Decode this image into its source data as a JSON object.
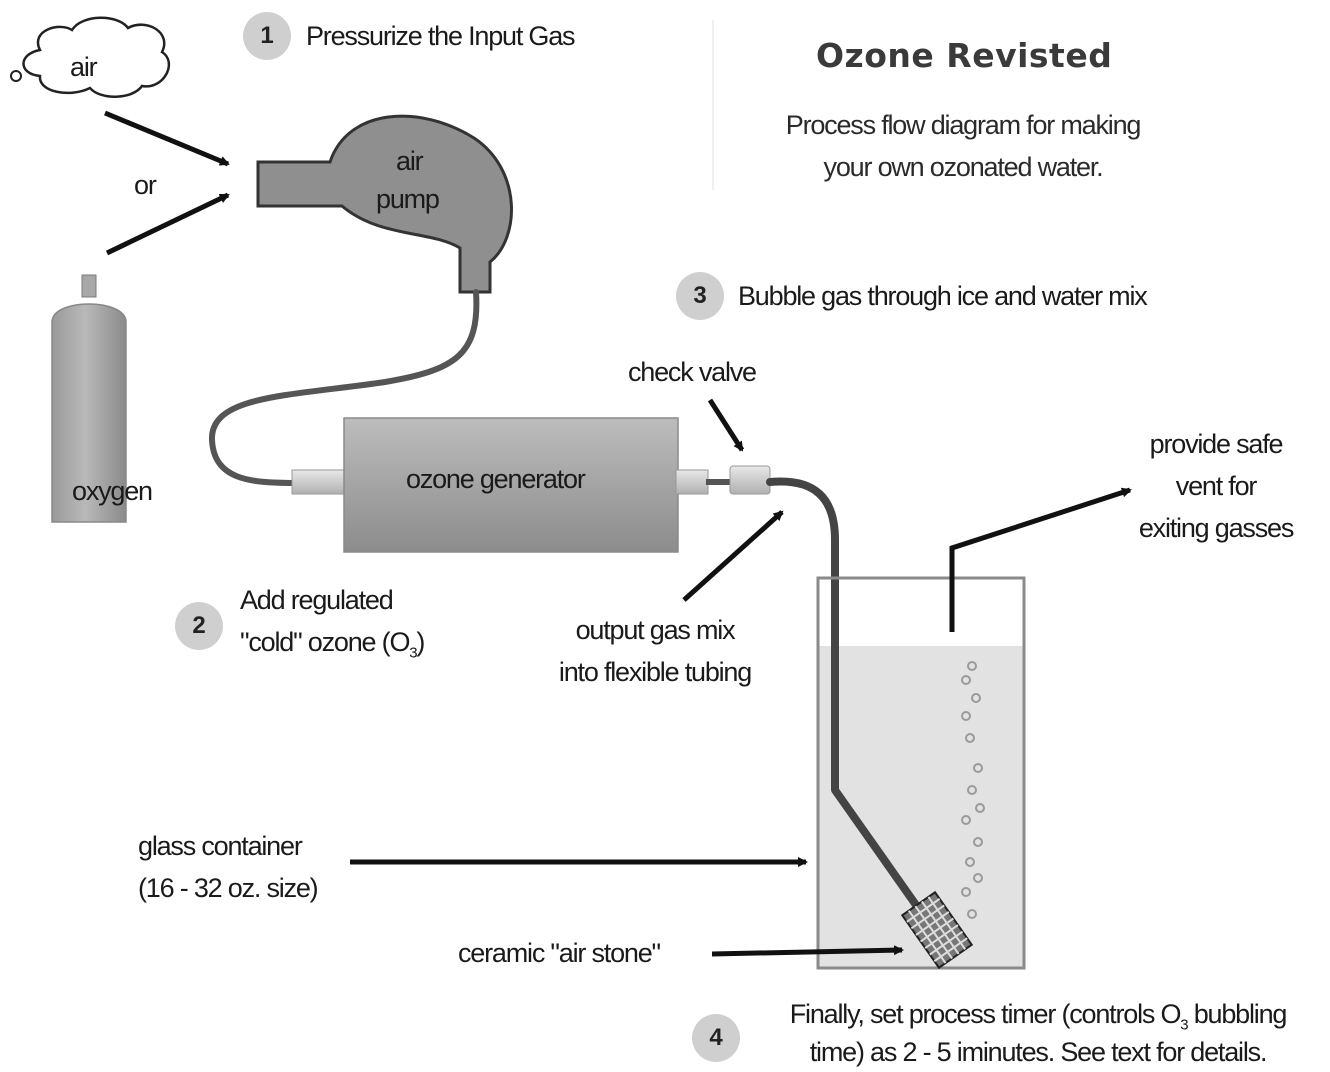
{
  "header": {
    "title": "Ozone Revisted",
    "subtitle_line1": "Process flow diagram for making",
    "subtitle_line2": "your own ozonated water."
  },
  "steps": [
    {
      "number": "1",
      "text": "Pressurize the Input Gas"
    },
    {
      "number": "2",
      "line1": "Add regulated",
      "line2_prefix": "\"cold\" ozone (O",
      "line2_sub": "3",
      "line2_suffix": ")"
    },
    {
      "number": "3",
      "text": "Bubble gas through ice and water mix"
    },
    {
      "number": "4",
      "line1_prefix": "Finally, set process timer (controls O",
      "line1_sub": "3",
      "line1_suffix": " bubbling",
      "line2": "time) as 2 - 5 iminutes.  See text for details."
    }
  ],
  "components": {
    "air": "air",
    "or": "or",
    "oxygen": "oxygen",
    "pump_line1": "air",
    "pump_line2": "pump",
    "generator": "ozone generator"
  },
  "callouts": {
    "check_valve": "check valve",
    "output_line1": "output gas mix",
    "output_line2": "into flexible tubing",
    "vent_line1": "provide safe",
    "vent_line2": "vent for",
    "vent_line3": "exiting gasses",
    "container_line1": "glass container",
    "container_line2": "(16 - 32 oz. size)",
    "air_stone": "ceramic \"air stone\""
  },
  "colors": {
    "step_circle": "#cfcfcf",
    "equipment_gray": "#8f8f8f",
    "water": "#e2e2e2"
  }
}
